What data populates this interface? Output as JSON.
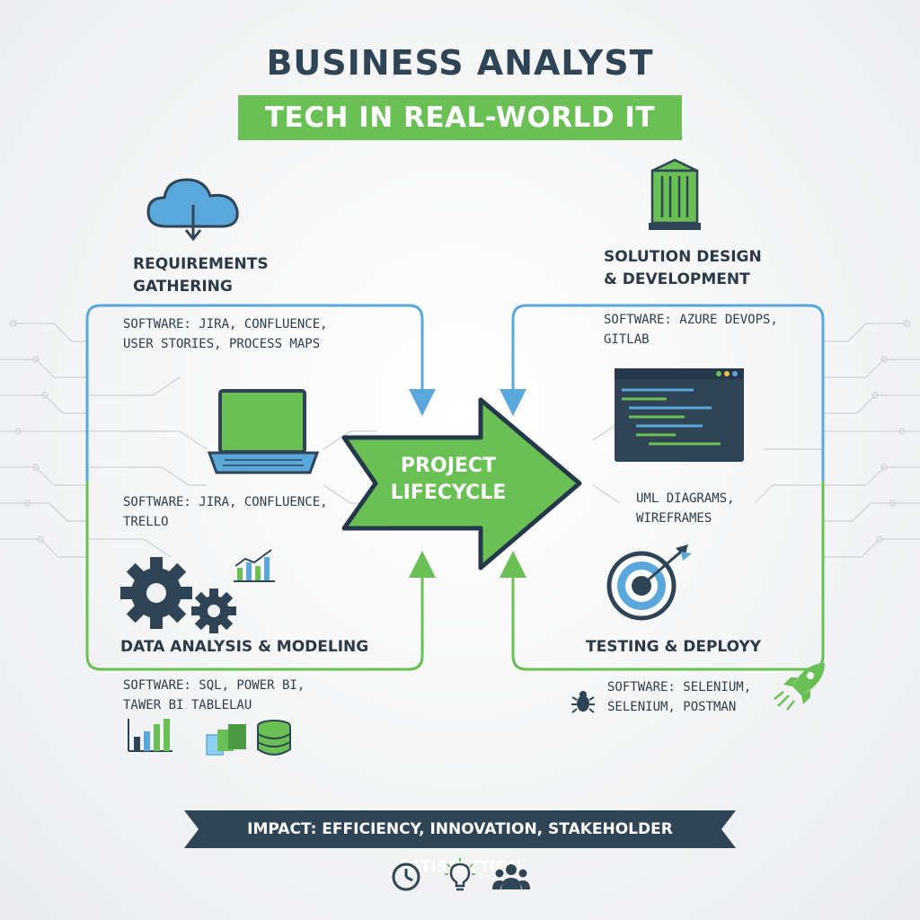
{
  "header": {
    "title": "BUSINESS ANALYST",
    "subtitle": "TECH IN REAL-WORLD IT"
  },
  "center": {
    "line1": "PROJECT",
    "line2": "LIFECYCLE"
  },
  "stages": {
    "requirements": {
      "label_line1": "REQUIREMENTS",
      "label_line2": "GATHERING",
      "software_line1": "SOFTWARE: JIRA, CONFLUENCE,",
      "software_line2": "USER STORIES, PROCESS MAPS",
      "icon": "cloud-download-icon"
    },
    "middle_left": {
      "software_line1": "SOFTWARE: JIRA, CONFLUENCE,",
      "software_line2": "TRELLO",
      "icon": "laptop-icon"
    },
    "data_analysis": {
      "label": "DATA ANALYSIS & MODELING",
      "software_line1": "SOFTWARE: SQL, POWER BI,",
      "software_line2": "TAWER BI TABLELAU",
      "icon": "gears-icon"
    },
    "solution_design": {
      "label_line1": "SOLUTION DESIGN",
      "label_line2": "& DEVELOPMENT",
      "software_line1": "SOFTWARE: AZURE DEVOPS,",
      "software_line2": "GITLAB",
      "icon": "server-icon"
    },
    "middle_right": {
      "text_line1": "UML DIAGRAMS,",
      "text_line2": "WIREFRAMES",
      "icon": "code-window-icon"
    },
    "testing": {
      "label": "TESTING & DEPLOYY",
      "software_line1": "SOFTWARE: SELENIUM,",
      "software_line2": "SELENIUM, POSTMAN",
      "icon": "target-icon"
    }
  },
  "impact": {
    "text": "IMPACT: EFFICIENCY, INNOVATION, STAKEHOLDER SATISFACTION"
  },
  "colors": {
    "blue": "#5aa8db",
    "green": "#6abf55",
    "navy": "#2f4556",
    "background": "#f3f4f5"
  }
}
